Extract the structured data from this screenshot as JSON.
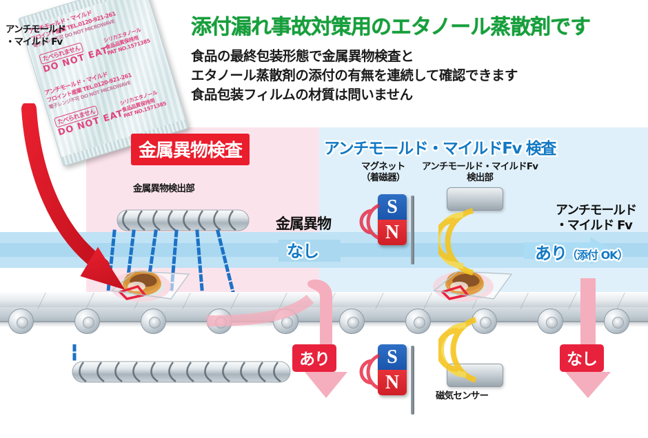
{
  "title": "添付漏れ事故対策用のエタノール蒸散剤です",
  "body_lines": [
    "食品の最終包装形態で金属異物検査と",
    "エタノール蒸散剤の添付の有無を連続して確認できます",
    "食品包装フィルムの材質は問いません"
  ],
  "packet": {
    "callout_label": "アンチモールド\n・マイルド Fv",
    "warn_badge": "たべられません",
    "do_not_eat": "DO NOT EAT",
    "sub_line1": "シリカエタノール",
    "sub_line2": "食品品質保持用",
    "pat_no": "PAT NO.1571385",
    "brand": "アンチモールド・マイルド",
    "brand_mark": "Fv",
    "company_tel": "フロイント産業 TEL.0120-921-261",
    "microwave": "電子レンジ不可 DO NOT MICROWAVE"
  },
  "sections": {
    "metal_heading": "金属異物検査",
    "fv_heading": "アンチモールド・マイルドFv 検査"
  },
  "captions": {
    "metal_detector": "金属異物検出部",
    "magnet_line1": "マグネット",
    "magnet_line2": "（着磁器）",
    "fv_detector_line1": "アンチモールド・マイルドFv",
    "fv_detector_line2": "検出部",
    "magnetic_sensor": "磁気センサー"
  },
  "magnet": {
    "south": "S",
    "north": "N"
  },
  "results": {
    "metal_object_label": "金属異物",
    "metal_none": "なし",
    "metal_present": "あり",
    "fv_label_line1": "アンチモールド",
    "fv_label_line2": "・マイルド Fv",
    "fv_present": "あり",
    "fv_present_sub": "（添付 OK）",
    "fv_none": "なし"
  },
  "colors": {
    "title_green": "#14a03a",
    "metal_red": "#ea1d2d",
    "fv_blue": "#1279c4",
    "pink_arrow": "#f5aebd",
    "badge_red": "#e8213c",
    "band_blue": "#bfe2f5",
    "panel_pink": "#fbe3ec",
    "panel_blue": "#dff0fa"
  }
}
